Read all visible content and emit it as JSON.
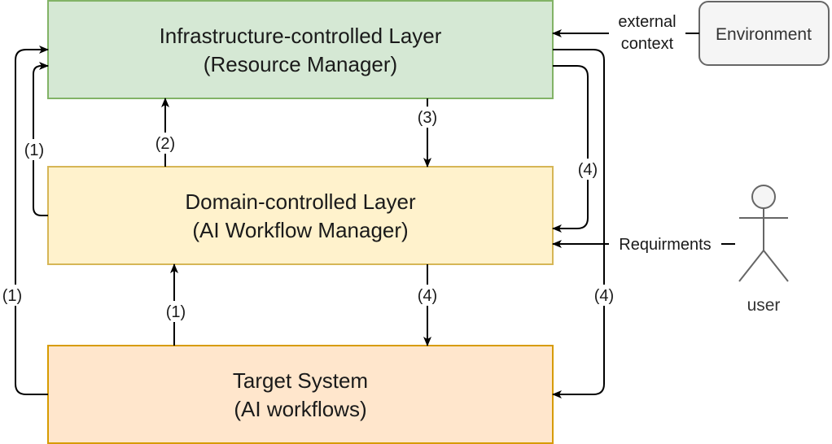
{
  "colors": {
    "infra_fill": "#d5e8d4",
    "infra_stroke": "#82b366",
    "domain_fill": "#fff2cc",
    "domain_stroke": "#d6b656",
    "target_fill": "#ffe6cc",
    "target_stroke": "#d79b00",
    "env_fill": "#f5f5f5",
    "env_stroke": "#666666",
    "arrow": "#000000"
  },
  "boxes": {
    "infra": {
      "line1": "Infrastructure-controlled Layer",
      "line2": "(Resource Manager)"
    },
    "domain": {
      "line1": "Domain-controlled Layer",
      "line2": "(AI Workflow Manager)"
    },
    "target": {
      "line1": "Target System",
      "line2": "(AI workflows)"
    },
    "environment": {
      "label": "Environment"
    }
  },
  "actor": {
    "name": "user",
    "icon": "stick-figure-icon"
  },
  "edges": {
    "external_context": {
      "line1": "external",
      "line2": "context"
    },
    "requirements": "Requirments",
    "left_outer": "(1)",
    "left_inner": "(1)",
    "domain_to_infra": "(2)",
    "infra_to_domain": "(3)",
    "right_inner": "(4)",
    "right_outer": "(4)",
    "target_to_domain": "(1)",
    "domain_to_target": "(4)"
  }
}
